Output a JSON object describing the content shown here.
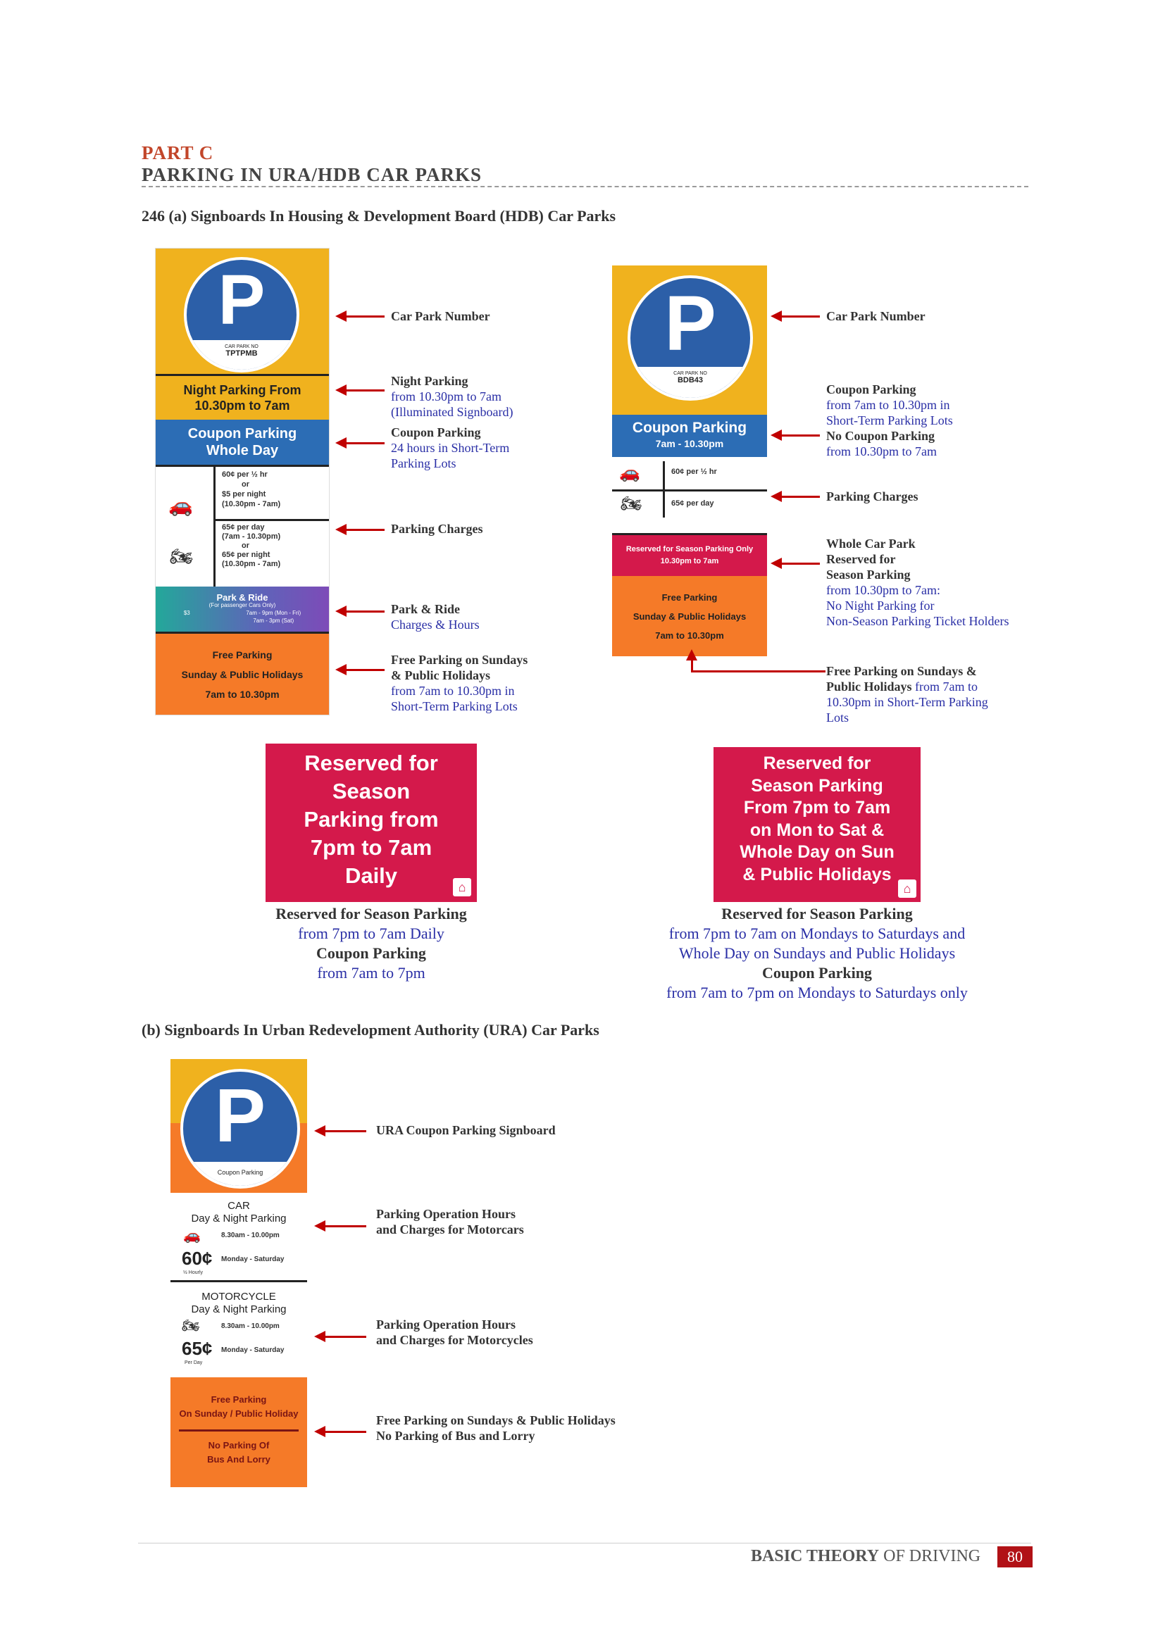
{
  "header": {
    "part": "PART C",
    "title": "PARKING IN URA/HDB CAR PARKS",
    "section_a": "246 (a)  Signboards In Housing & Development Board (HDB) Car Parks",
    "section_b": "(b) Signboards In Urban Redevelopment Authority (URA) Car Parks"
  },
  "colors": {
    "accent_red": "#c2462a",
    "annotation_blue": "#2a2fa6",
    "arrow_red": "#c00000",
    "sign_yellow": "#f0b21e",
    "sign_blue": "#2c6db5",
    "sign_orange": "#f57a28",
    "sign_crimson": "#d4194b",
    "sign_purple": "#6a4fb1"
  },
  "sign1": {
    "carpark_label": "CAR PARK NO",
    "carpark_no": "TPTPMB",
    "night": [
      "Night Parking From",
      "10.30pm to 7am"
    ],
    "coupon": [
      "Coupon Parking",
      "Whole Day"
    ],
    "car_rates": [
      "60¢  per ½ hr",
      "or",
      "$5    per night",
      "(10.30pm - 7am)"
    ],
    "moto_rates": [
      "65¢  per day",
      "(7am - 10.30pm)",
      "or",
      "65¢  per night",
      "(10.30pm - 7am)"
    ],
    "park_ride": [
      "Park & Ride",
      "(For passenger Cars Only)",
      "$3",
      "7am - 9pm (Mon - Fri)",
      "7am - 3pm (Sat)"
    ],
    "free": [
      "Free Parking",
      "Sunday & Public Holidays",
      "7am to 10.30pm"
    ]
  },
  "sign2": {
    "carpark_label": "CAR PARK NO",
    "carpark_no": "BDB43",
    "coupon": [
      "Coupon Parking",
      "7am - 10.30pm"
    ],
    "car_rate": "60¢  per ½ hr",
    "moto_rate": "65¢  per day",
    "reserved": [
      "Reserved for Season Parking Only",
      "10.30pm to 7am"
    ],
    "free": [
      "Free Parking",
      "Sunday & Public Holidays",
      "7am to 10.30pm"
    ]
  },
  "ann1": {
    "carpark": "Car Park Number",
    "night_b": "Night Parking",
    "night_1": "from 10.30pm to 7am",
    "night_2": "(Illuminated Signboard)",
    "coupon_b": "Coupon Parking",
    "coupon_1": "24 hours in Short-Term",
    "coupon_2": "Parking Lots",
    "charges": "Parking Charges",
    "pr_b": "Park & Ride",
    "pr_1": "Charges & Hours",
    "free_b1": "Free Parking on Sundays",
    "free_b2": "& Public Holidays",
    "free_1": "from 7am to 10.30pm in",
    "free_2": "Short-Term Parking Lots"
  },
  "ann2": {
    "carpark": "Car Park Number",
    "coupon_b": "Coupon Parking",
    "coupon_1": "from 7am to 10.30pm in",
    "coupon_2": "Short-Term Parking Lots",
    "nocoupon_b": "No Coupon Parking",
    "nocoupon_1": "from 10.30pm to 7am",
    "charges": "Parking Charges",
    "whole_b1": "Whole Car Park",
    "whole_b2": "Reserved for",
    "whole_b3": "Season Parking",
    "whole_1": "from 10.30pm to 7am:",
    "whole_2": "No Night Parking for",
    "whole_3": "Non-Season Parking Ticket Holders",
    "free_b1": "Free Parking on Sundays &",
    "free_b2": "Public Holidays",
    "free_1": "from 7am to",
    "free_2": "10.30pm in Short-Term Parking",
    "free_3": "Lots"
  },
  "red1": {
    "lines": [
      "Reserved for",
      "Season",
      "Parking from",
      "7pm to 7am",
      "Daily"
    ],
    "cap_b1": "Reserved for Season Parking",
    "cap_1": "from 7pm to 7am Daily",
    "cap_b2": "Coupon Parking",
    "cap_2": "from 7am to 7pm"
  },
  "red2": {
    "lines": [
      "Reserved for",
      "Season Parking",
      "From 7pm to 7am",
      "on Mon to Sat &",
      "Whole Day on Sun",
      "& Public Holidays"
    ],
    "cap_b1": "Reserved for Season Parking",
    "cap_1": "from 7pm to 7am on Mondays to Saturdays and",
    "cap_2": "Whole Day on Sundays and Public Holidays",
    "cap_b2": "Coupon Parking",
    "cap_3": "from 7am to 7pm on Mondays to Saturdays only"
  },
  "ura": {
    "coupon_label": "Coupon Parking",
    "car_title": [
      "CAR",
      "Day & Night Parking"
    ],
    "car_hours": "8.30am - 10.00pm",
    "car_price": "60¢",
    "car_unit": "½ Hourly",
    "car_days": "Monday - Saturday",
    "moto_title": [
      "MOTORCYCLE",
      "Day & Night Parking"
    ],
    "moto_hours": "8.30am - 10.00pm",
    "moto_price": "65¢",
    "moto_unit": "Per Day",
    "moto_days": "Monday - Saturday",
    "free": [
      "Free Parking",
      "On Sunday / Public Holiday"
    ],
    "nopark": [
      "No Parking Of",
      "Bus And Lorry"
    ]
  },
  "ann3": {
    "signboard": "URA Coupon Parking Signboard",
    "car_1": "Parking Operation Hours",
    "car_2": "and Charges for Motorcars",
    "moto_1": "Parking Operation Hours",
    "moto_2": "and Charges for Motorcycles",
    "free_1": "Free Parking on Sundays & Public Holidays",
    "free_2": "No Parking of Bus and Lorry"
  },
  "footer": {
    "bold": "BASIC THEORY",
    "rest": " OF DRIVING",
    "page": "80"
  },
  "icons": [
    "p-icon",
    "house-icon",
    "car-icon",
    "motorcycle-icon"
  ]
}
